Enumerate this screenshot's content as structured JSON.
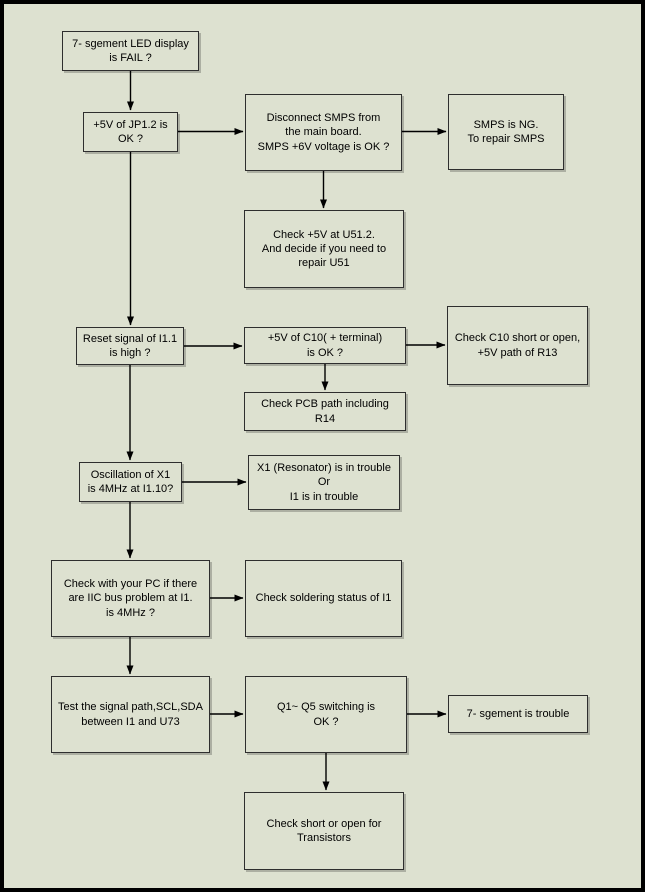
{
  "colors": {
    "background": "#dde1d0",
    "box_border": "#2e2e2e",
    "arrow": "#000000",
    "page_border": "#000000",
    "text": "#000000"
  },
  "nodes": {
    "start": {
      "text": "7- sgement LED display\nis FAIL ?"
    },
    "jp12": {
      "text": "+5V of JP1.2 is\nOK ?"
    },
    "smps_disconnect": {
      "text": "Disconnect SMPS from\nthe main board.\nSMPS +6V voltage is OK ?"
    },
    "smps_ng": {
      "text": "SMPS is NG.\nTo repair SMPS"
    },
    "check_u51": {
      "text": "Check +5V at U51.2.\nAnd decide if you need to\nrepair U51"
    },
    "reset_signal": {
      "text": "Reset signal of I1.1\nis high ?"
    },
    "c10_5v": {
      "text": "+5V of C10( + terminal)\nis OK ?"
    },
    "pcb_path": {
      "text": "Check PCB path including\nR14"
    },
    "c10_check": {
      "text": "Check C10 short or open,\n+5V path of R13"
    },
    "oscillation": {
      "text": "Oscillation of X1\nis 4MHz at I1.10?"
    },
    "x1_trouble": {
      "text": "X1 (Resonator) is in trouble\nOr\nI1 is in trouble"
    },
    "iic_check": {
      "text": "Check with your PC if there\nare IIC bus problem at I1.\nis 4MHz ?"
    },
    "soldering": {
      "text": "Check soldering status of I1"
    },
    "signal_path": {
      "text": "Test the signal path,SCL,SDA\nbetween I1 and U73"
    },
    "q1_q5": {
      "text": "Q1~ Q5 switching is\nOK ?"
    },
    "segment_trouble": {
      "text": "7- sgement is trouble"
    },
    "transistors": {
      "text": "Check short or open for\nTransistors"
    }
  }
}
